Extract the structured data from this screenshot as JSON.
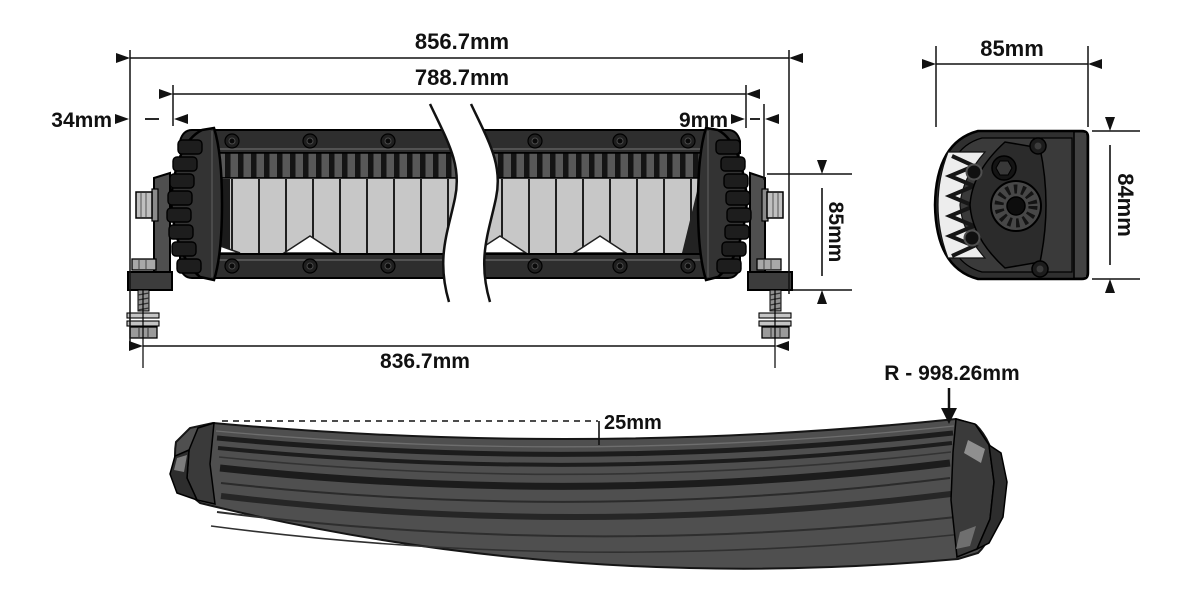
{
  "drawing": {
    "front_view": {
      "overall_length_label": "856.7mm",
      "housing_length_label": "788.7mm",
      "left_end_offset_label": "34mm",
      "bracket_offset_label": "9mm",
      "bracket_height_label": "85mm",
      "mounting_bolt_spacing_label": "836.7mm"
    },
    "end_view": {
      "width_label": "85mm",
      "height_label": "84mm"
    },
    "profile_view": {
      "bow_height_label": "25mm",
      "curve_radius_label": "R - 998.26mm"
    },
    "colors": {
      "background": "#ffffff",
      "line": "#111111",
      "housing_dark": "#2e2e2e",
      "housing_mid": "#4a4a4a",
      "bracket": "#4f4f4f",
      "reflector": "#c7c7c7",
      "hardware_light": "#c0c0c0"
    }
  }
}
